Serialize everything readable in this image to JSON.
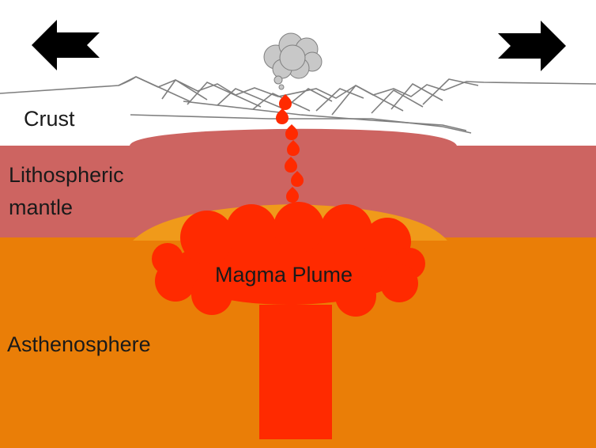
{
  "labels": {
    "crust": "Crust",
    "lithospheric_line1": "Lithospheric",
    "lithospheric_line2": "mantle",
    "magma_plume": "Magma Plume",
    "asthenosphere": "Asthenosphere"
  },
  "colors": {
    "background": "#ffffff",
    "asthenosphere": "#ea7e07",
    "lithospheric_mantle": "#cd6461",
    "plume_head_halo": "#f09a1a",
    "magma": "#ff2a00",
    "ash_cloud": "#c8c8c8",
    "mountain_stroke": "#7f7f7f",
    "arrow": "#000000"
  },
  "icons": {
    "left_arrow": "arrow-left-icon",
    "right_arrow": "arrow-right-icon",
    "ash_cloud": "ash-cloud-icon",
    "magma_droplet": "magma-droplet-icon"
  }
}
